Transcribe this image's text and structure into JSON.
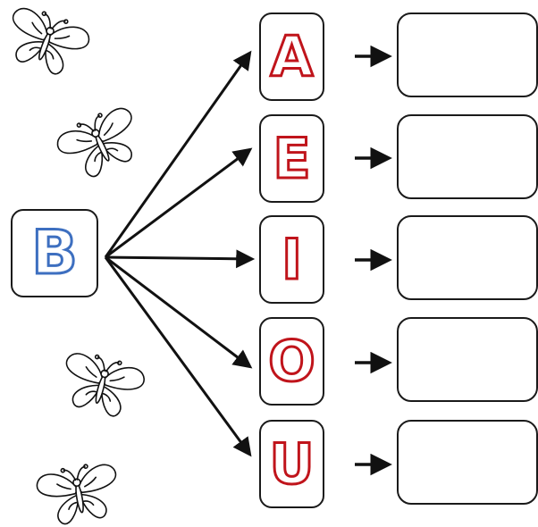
{
  "consonant": {
    "letter": "B",
    "color": "#3d6fc0"
  },
  "vowels": [
    {
      "letter": "A"
    },
    {
      "letter": "E"
    },
    {
      "letter": "I"
    },
    {
      "letter": "O"
    },
    {
      "letter": "U"
    }
  ],
  "vowel_color": "#c0141b",
  "answer_slots": [
    "",
    "",
    "",
    "",
    ""
  ],
  "decorations": [
    "butterfly-icon",
    "butterfly-icon",
    "butterfly-icon",
    "butterfly-icon"
  ]
}
